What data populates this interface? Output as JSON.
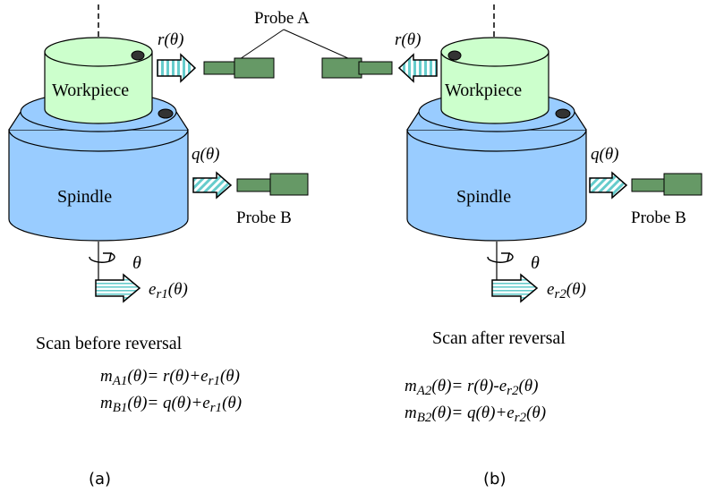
{
  "probe_a_label": "Probe A",
  "panels": [
    {
      "workpiece_label": "Workpiece",
      "spindle_label": "Spindle",
      "probe_b_label": "Probe B",
      "r_label": "r",
      "q_label": "q",
      "theta_arg": "(θ)",
      "theta_label": "θ",
      "e_label": "e",
      "e_sub": "r1",
      "scan_title": "Scan before reversal",
      "eq1": {
        "m_sub": "A1",
        "lhs_rest": "(θ)= ",
        "rhs": "r(θ)+",
        "e_sub": "r1",
        "tail": "(θ)"
      },
      "eq2": {
        "m_sub": "B1",
        "lhs_rest": "(θ)= ",
        "rhs": "q(θ)+",
        "e_sub": "r1",
        "tail": "(θ)"
      },
      "caption": "(a)"
    },
    {
      "workpiece_label": "Workpiece",
      "spindle_label": "Spindle",
      "probe_b_label": "Probe B",
      "r_label": "r",
      "q_label": "q",
      "theta_arg": "(θ)",
      "theta_label": "θ",
      "e_label": "e",
      "e_sub": "r2",
      "scan_title": "Scan after reversal",
      "eq1": {
        "m_sub": "A2",
        "lhs_rest": "(θ)= ",
        "rhs": "r(θ)-",
        "e_sub": "r2",
        "tail": "(θ)"
      },
      "eq2": {
        "m_sub": "B2",
        "lhs_rest": "(θ)= ",
        "rhs": "q(θ)+",
        "e_sub": "r2",
        "tail": "(θ)"
      },
      "caption": "(b)"
    }
  ],
  "colors": {
    "workpiece_fill": "#ccffcc",
    "spindle_fill": "#99ccff",
    "probe_fill": "#669966",
    "arrow_stripe": "#66cccc",
    "marker_fill": "#333333"
  }
}
